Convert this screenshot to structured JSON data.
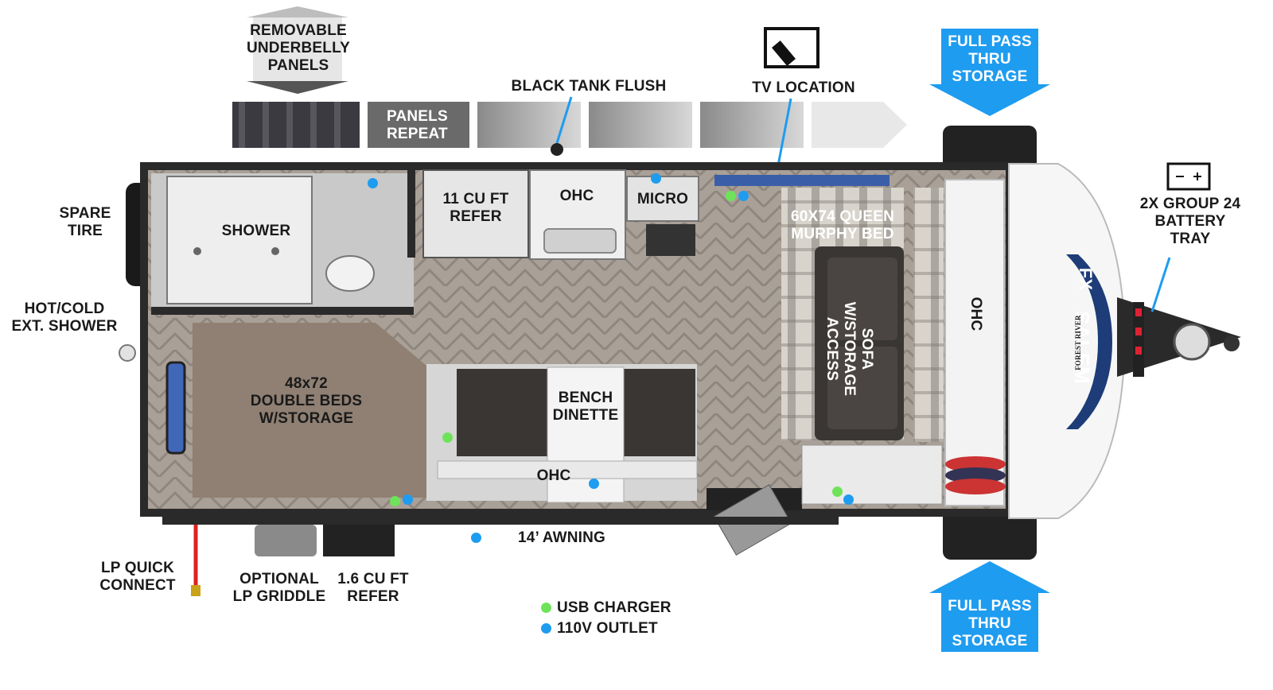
{
  "colors": {
    "usb": "#6ee35a",
    "outlet": "#1e9cf0",
    "storage_arrow": "#1e9cf0",
    "floor": "#a89c90",
    "wall": "#2a2a2a"
  },
  "top": {
    "underbelly": "REMOVABLE\nUNDERBELLY\nPANELS",
    "panels_repeat": "PANELS\nREPEAT",
    "black_tank": "BLACK TANK FLUSH",
    "tv": "TV LOCATION",
    "storage_front": "FULL PASS\nTHRU\nSTORAGE"
  },
  "left": {
    "spare_tire": "SPARE\nTIRE",
    "ext_shower": "HOT/COLD\nEXT. SHOWER",
    "lp_quick": "LP QUICK\nCONNECT"
  },
  "right": {
    "battery": "2X GROUP 24\nBATTERY\nTRAY",
    "brand": "SALEM",
    "brand_sub": "FOREST RIVER",
    "brand_fx": "FX"
  },
  "rooms": {
    "shower": "SHOWER",
    "refer": "11 CU FT\nREFER",
    "ohc_top": "OHC",
    "micro": "MICRO",
    "murphy": "60X74 QUEEN\nMURPHY BED",
    "sofa": "SOFA W/STORAGE\nACCESS",
    "ohc_front": "OHC",
    "beds": "48x72\nDOUBLE BEDS\nW/STORAGE",
    "dinette": "BENCH\nDINETTE",
    "ohc_bottom": "OHC"
  },
  "bottom": {
    "awning": "14’ AWNING",
    "griddle": "OPTIONAL\nLP GRIDDLE",
    "small_refer": "1.6 CU FT\nREFER",
    "storage_front": "FULL PASS\nTHRU\nSTORAGE"
  },
  "legend": [
    {
      "type": "usb",
      "label": "USB CHARGER"
    },
    {
      "type": "outlet",
      "label": "110V OUTLET"
    }
  ]
}
